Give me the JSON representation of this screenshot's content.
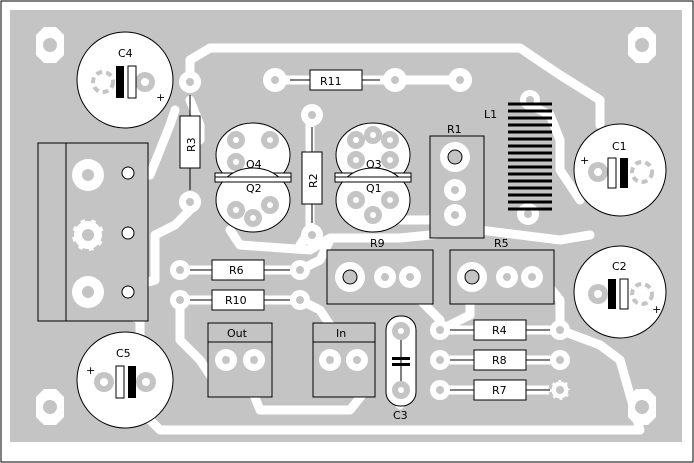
{
  "labels": {
    "c1": "C1",
    "c2": "C2",
    "c3": "C3",
    "c4": "C4",
    "c5": "C5",
    "l1": "L1",
    "r1": "R1",
    "r2": "R2",
    "r3": "R3",
    "r4": "R4",
    "r5": "R5",
    "r6": "R6",
    "r7": "R7",
    "r8": "R8",
    "r9": "R9",
    "r10": "R10",
    "r11": "R11",
    "q1": "Q1",
    "q2": "Q2",
    "q3": "Q3",
    "q4": "Q4",
    "out": "Out",
    "in": "In",
    "plus": "+"
  },
  "colors": {
    "board": "#c4c4c4",
    "copper": "#ffffff",
    "ink": "#000000"
  }
}
